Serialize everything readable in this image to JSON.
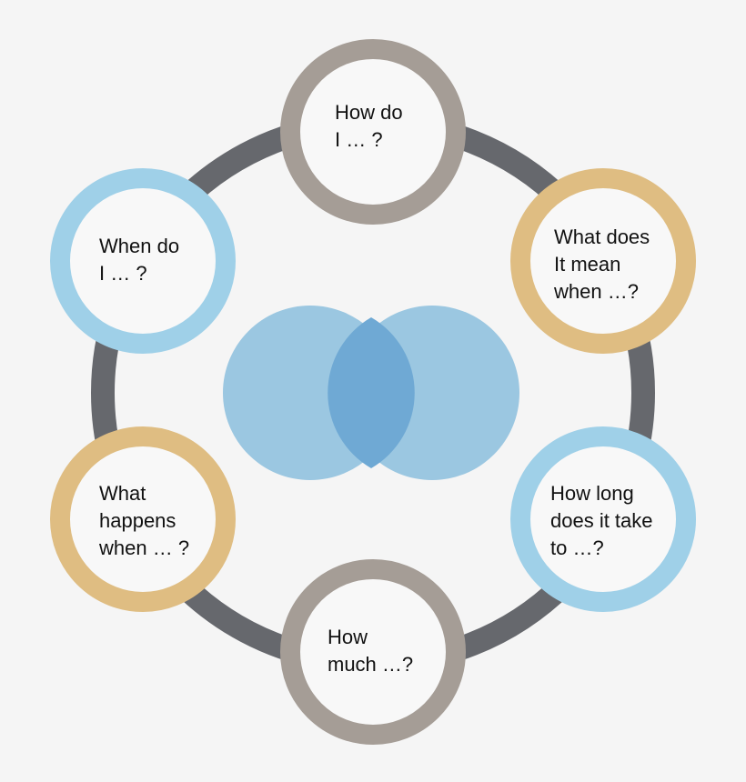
{
  "colors": {
    "background": "#f5f5f5",
    "connector_ring": "#66686d",
    "taupe": "#a59d96",
    "gold": "#dfbd82",
    "light_blue": "#9fd0e8",
    "node_fill": "#f8f8f8",
    "venn_fill": "#8bbedd",
    "venn_overlap": "#6fa9d4"
  },
  "nodes": [
    {
      "id": "how-do-i",
      "color": "taupe",
      "lines": [
        "How do",
        "I … ?"
      ]
    },
    {
      "id": "what-does-it-mean",
      "color": "gold",
      "lines": [
        "What does",
        "It mean",
        "when …?"
      ]
    },
    {
      "id": "how-long",
      "color": "light_blue",
      "lines": [
        "How long",
        "does it take",
        "to …?"
      ]
    },
    {
      "id": "how-much",
      "color": "taupe",
      "lines": [
        "How",
        "much …?"
      ]
    },
    {
      "id": "what-happens",
      "color": "gold",
      "lines": [
        "What",
        "happens",
        "when … ?"
      ]
    },
    {
      "id": "when-do-i",
      "color": "light_blue",
      "lines": [
        "When do",
        "I … ?"
      ]
    }
  ]
}
